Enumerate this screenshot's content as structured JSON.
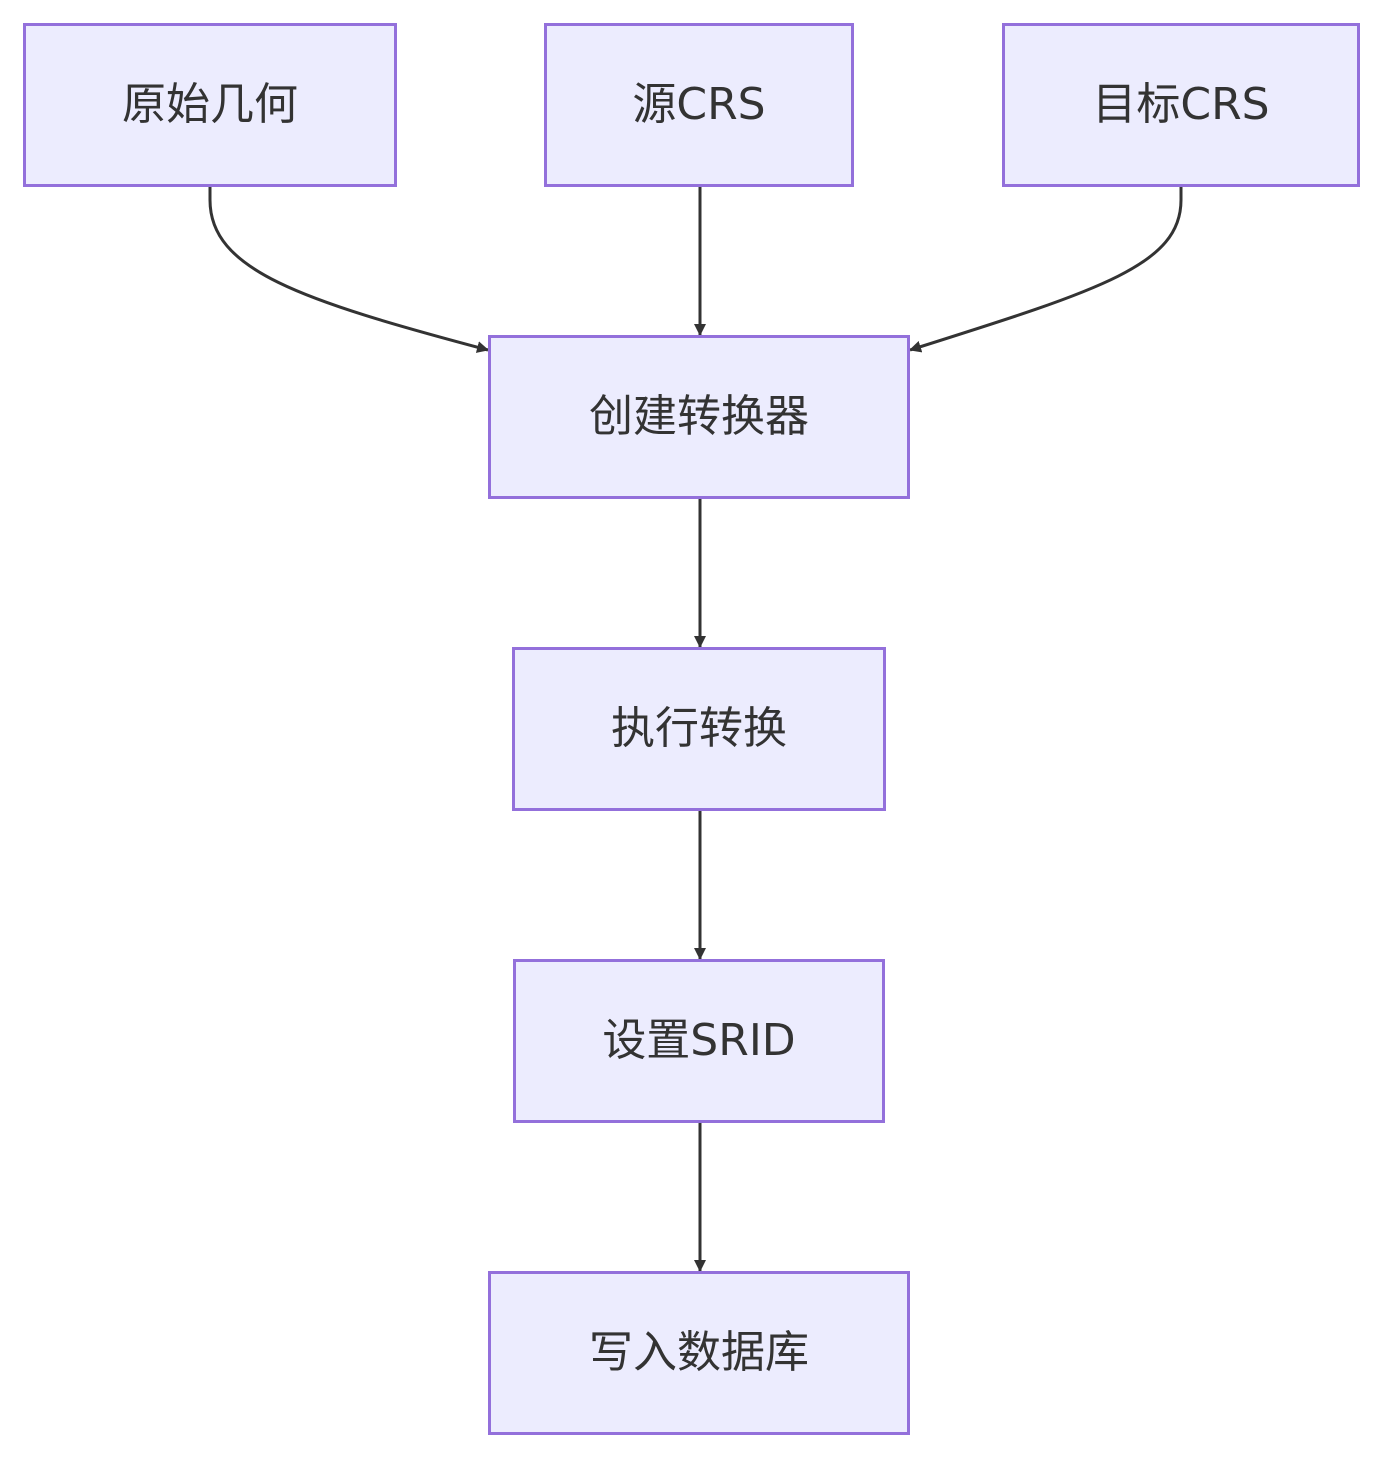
{
  "diagram": {
    "colors": {
      "node_fill": "#ececfe",
      "node_border": "#9370db",
      "edge": "#333333",
      "text": "#333333"
    },
    "nodes": {
      "original_geometry": "原始几何",
      "source_crs": "源CRS",
      "target_crs": "目标CRS",
      "create_transformer": "创建转换器",
      "execute_transform": "执行转换",
      "set_srid": "设置SRID",
      "write_database": "写入数据库"
    },
    "edges": [
      {
        "from": "original_geometry",
        "to": "create_transformer"
      },
      {
        "from": "source_crs",
        "to": "create_transformer"
      },
      {
        "from": "target_crs",
        "to": "create_transformer"
      },
      {
        "from": "create_transformer",
        "to": "execute_transform"
      },
      {
        "from": "execute_transform",
        "to": "set_srid"
      },
      {
        "from": "set_srid",
        "to": "write_database"
      }
    ]
  }
}
